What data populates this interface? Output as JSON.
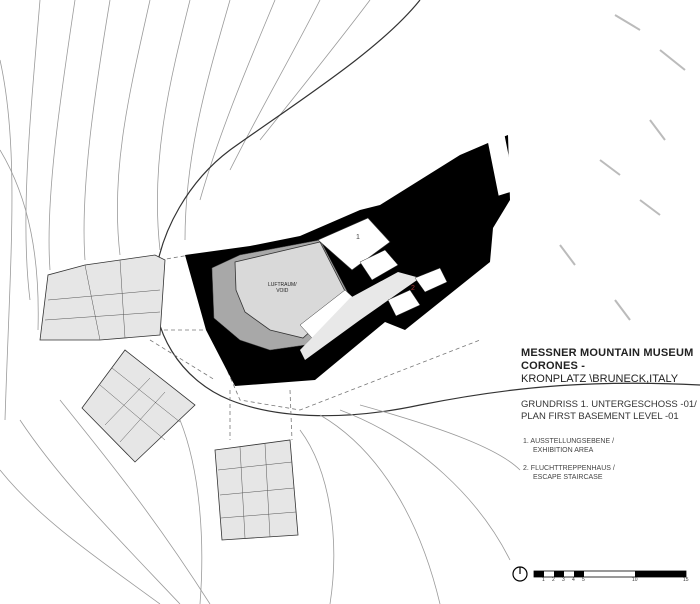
{
  "title": {
    "line1": "MESSNER MOUNTAIN MUSEUM",
    "line2": "CORONES -",
    "line3": "KRONPLATZ \\BRUNECK,ITALY"
  },
  "subtitle": {
    "line1": "GRUNDRISS 1. UNTERGESCHOSS -01/",
    "line2": "PLAN FIRST BASEMENT LEVEL -01"
  },
  "legend": [
    {
      "num": "1.",
      "de": "AUSSTELLUNGSEBENE /",
      "en": "EXHIBITION AREA"
    },
    {
      "num": "2.",
      "de": "FLUCHTTREPPENHAUS /",
      "en": "ESCAPE STAIRCASE"
    }
  ],
  "plan_labels": {
    "void_de": "LUFTRAUM/",
    "void_en": "VOID",
    "room1": "1",
    "room2": "2"
  },
  "scale_bar": {
    "icon": "north-arrow-icon",
    "ticks": [
      "1",
      "2",
      "3",
      "4",
      "5",
      "10",
      "15"
    ]
  },
  "colors": {
    "mass": "#000000",
    "void": "#d9d9d9",
    "walkway": "#a8a8a8",
    "line": "#888888"
  }
}
